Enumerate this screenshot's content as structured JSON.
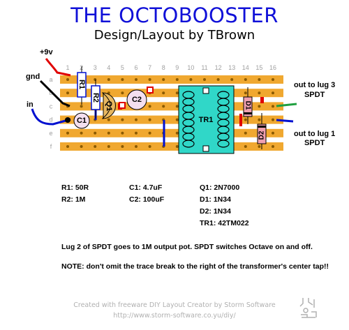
{
  "header": {
    "title": "THE OCTOBOOSTER",
    "subtitle": "Design/Layout by TBrown"
  },
  "board": {
    "columns": [
      "1",
      "2",
      "3",
      "4",
      "5",
      "6",
      "7",
      "8",
      "9",
      "10",
      "11",
      "12",
      "13",
      "14",
      "15",
      "16"
    ],
    "rows": [
      "a",
      "b",
      "c",
      "d",
      "e",
      "f"
    ],
    "strip_color": "#f0a830",
    "hole_color": "#8a5a00",
    "cut_color": "#e00000"
  },
  "wires": {
    "v9": "+9v",
    "gnd": "gnd",
    "in": "in",
    "out3_line1": "out to lug 3",
    "out3_line2": "SPDT",
    "out1_line1": "out to lug 1",
    "out1_line2": "SPDT"
  },
  "components": {
    "r1": "R1",
    "r2": "R2",
    "q1": "Q1",
    "c1": "C1",
    "c2": "C2",
    "tr1": "TR1",
    "d1": "D1",
    "d2": "D2"
  },
  "bom": {
    "col1": [
      "R1: 50R",
      "R2: 1M"
    ],
    "col2": [
      "C1: 4.7uF",
      "C2: 100uF"
    ],
    "col3": [
      "Q1: 2N7000",
      "D1: 1N34",
      "D2: 1N34",
      "TR1: 42TM022"
    ]
  },
  "notes": {
    "line1": "Lug 2 of SPDT goes to 1M output pot.  SPDT switches Octave on and off.",
    "line2": "NOTE: don't omit the trace break to the right of the transformer's center tap!!"
  },
  "footer": {
    "line1": "Created with freeware DIY Layout Creator by Storm Software",
    "line2": "http://www.storm-software.co.yu/diy/"
  }
}
